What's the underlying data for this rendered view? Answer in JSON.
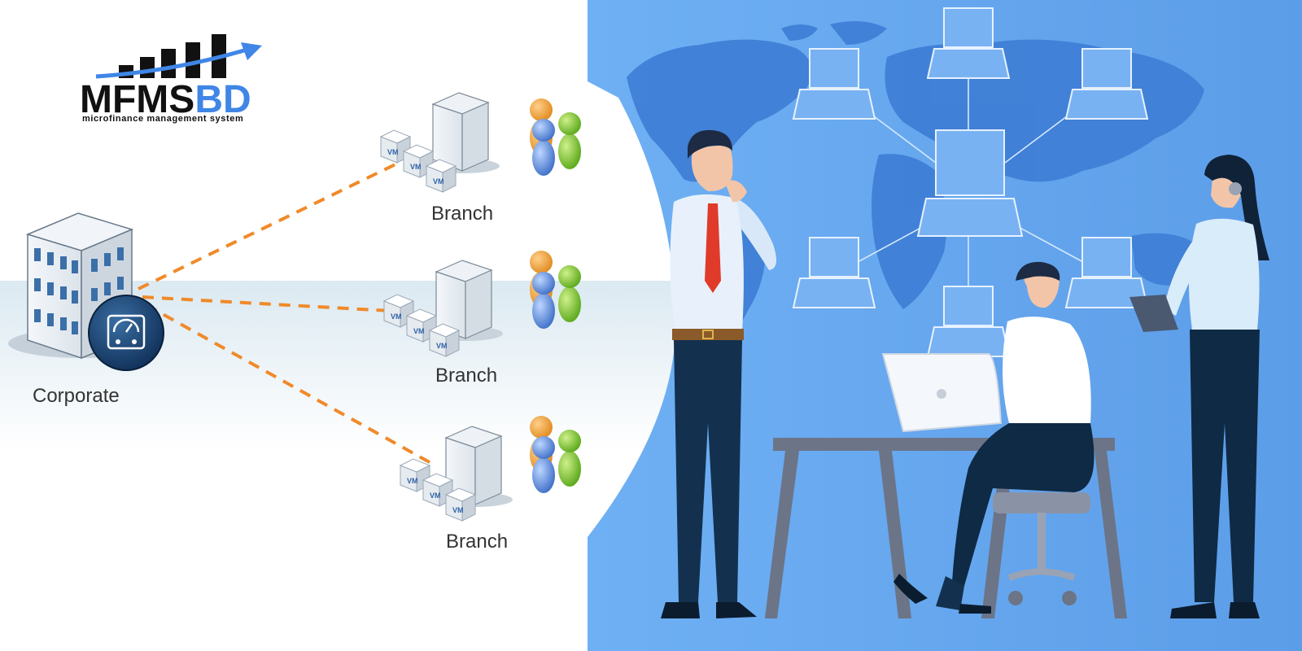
{
  "logo": {
    "wordmark_dark": "MFMS",
    "wordmark_accent": "BD",
    "tagline": "microfinance management system"
  },
  "network": {
    "hub_label": "Corporate",
    "branches": [
      {
        "label": "Branch",
        "vm_label": "VM"
      },
      {
        "label": "Branch",
        "vm_label": "VM"
      },
      {
        "label": "Branch",
        "vm_label": "VM"
      }
    ]
  },
  "colors": {
    "accent_blue": "#3f86e6",
    "link_orange": "#f08a2a",
    "right_panel_bg": "#6aa8f0",
    "map_blue": "#3f7fd6",
    "logo_dark": "#111111"
  }
}
